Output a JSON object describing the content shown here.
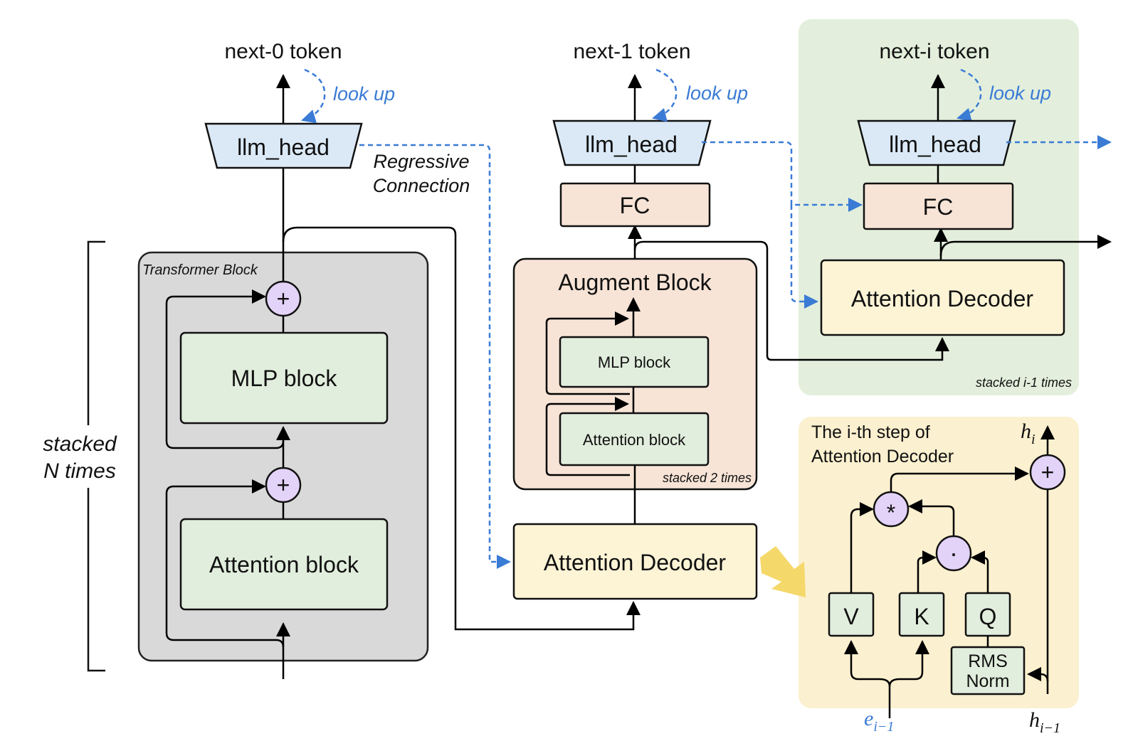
{
  "columns": {
    "col0": {
      "token": "next-0 token",
      "lookup": "look up",
      "head": "llm_head"
    },
    "col1": {
      "token": "next-1 token",
      "lookup": "look up",
      "head": "llm_head",
      "fc": "FC"
    },
    "col2": {
      "token": "next-i token",
      "lookup": "look up",
      "head": "llm_head",
      "fc": "FC"
    }
  },
  "regressive": {
    "line1": "Regressive",
    "line2": "Connection"
  },
  "transformer": {
    "title": "Transformer Block",
    "mlp": "MLP block",
    "attention": "Attention block",
    "plus": "+",
    "stacked_line1": "stacked",
    "stacked_line2": "N times"
  },
  "augment": {
    "title": "Augment Block",
    "mlp": "MLP block",
    "attention": "Attention block",
    "stacked": "stacked 2 times"
  },
  "decoder_mid": {
    "label": "Attention Decoder"
  },
  "decoder_green": {
    "label": "Attention Decoder",
    "stacked": "stacked i-1 times"
  },
  "ith_step": {
    "title_line1": "The i-th step of",
    "title_line2": "Attention Decoder",
    "v": "V",
    "k": "K",
    "q": "Q",
    "rms_line1": "RMS",
    "rms_line2": "Norm",
    "mul": "*",
    "dot": "·",
    "plus": "+",
    "h_i": "h",
    "h_i_sub": "i",
    "h_prev": "h",
    "h_prev_sub": "i−1",
    "e_prev": "e",
    "e_prev_sub": "i−1"
  },
  "colors": {
    "blue": "#3a7bd5",
    "head_fill": "#dbe9f6",
    "block_fill": "#e2eedd",
    "fc_fill": "#f7e4d7",
    "decoder_fill": "#fdf4d6",
    "green_region": "#e3efdc",
    "yellow_region": "#fbf0cf",
    "gray_block": "#d9d9d9",
    "augment_fill": "#f7e4d7",
    "plus_fill": "#e3d3f8",
    "big_arrow": "#f5d86a"
  }
}
